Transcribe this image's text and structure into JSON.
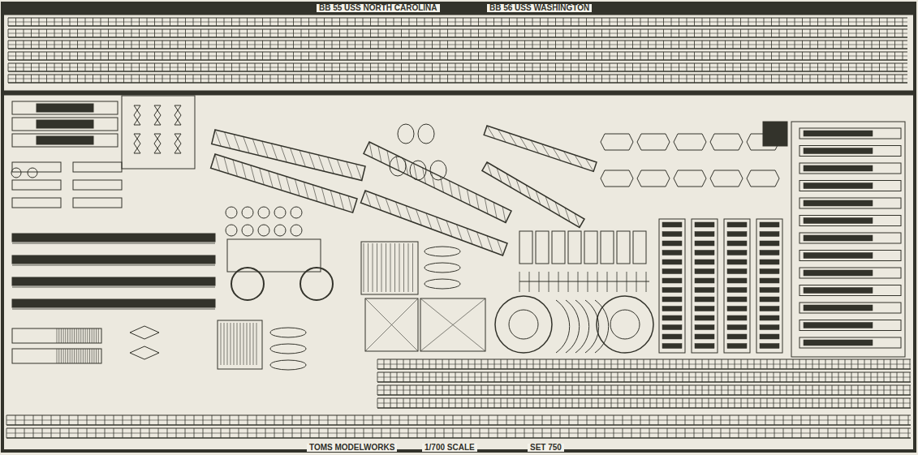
{
  "diagram": {
    "labels": [
      "BB 55 USS NORTH CAROLINA",
      "BB 56 USS WASHINGTON",
      "TOMS MODELWORKS",
      "1/700 SCALE",
      "SET 750"
    ]
  }
}
